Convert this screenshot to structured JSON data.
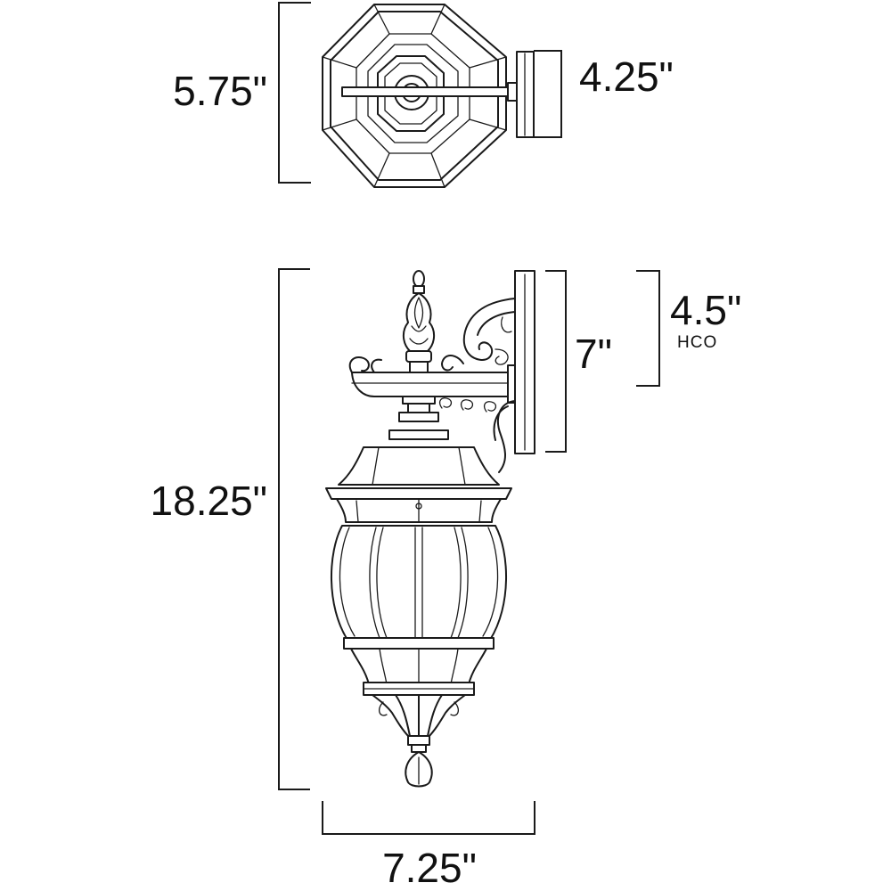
{
  "top_view": {
    "depth_label": "5.75\"",
    "backplate_label": "4.25\""
  },
  "side_view": {
    "height_label": "18.25\"",
    "backplate_height_label": "7\"",
    "hco_value_label": "4.5\"",
    "hco_label": "HCO",
    "width_label": "7.25\""
  }
}
